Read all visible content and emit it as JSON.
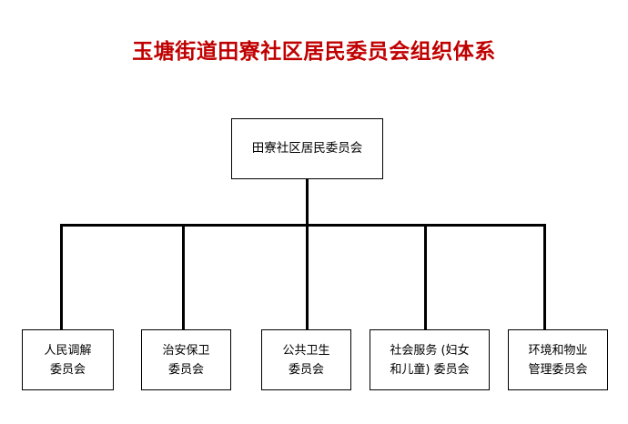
{
  "title": {
    "text": "玉塘街道田寮社区居民委员会组织体系",
    "color": "#c00000"
  },
  "org_chart": {
    "type": "hierarchy",
    "line_color": "#000000",
    "box_border_color": "#000000",
    "box_fill_color": "#ffffff",
    "text_color": "#000000",
    "background": "#ffffff",
    "root": {
      "label": "田寮社区居民委员会"
    },
    "children": [
      {
        "label": "人民调解\n委员会"
      },
      {
        "label": "治安保卫\n委员会"
      },
      {
        "label": "公共卫生\n委员会"
      },
      {
        "label": "社会服务 (妇女\n和儿童) 委员会"
      },
      {
        "label": "环境和物业\n管理委员会"
      }
    ]
  }
}
